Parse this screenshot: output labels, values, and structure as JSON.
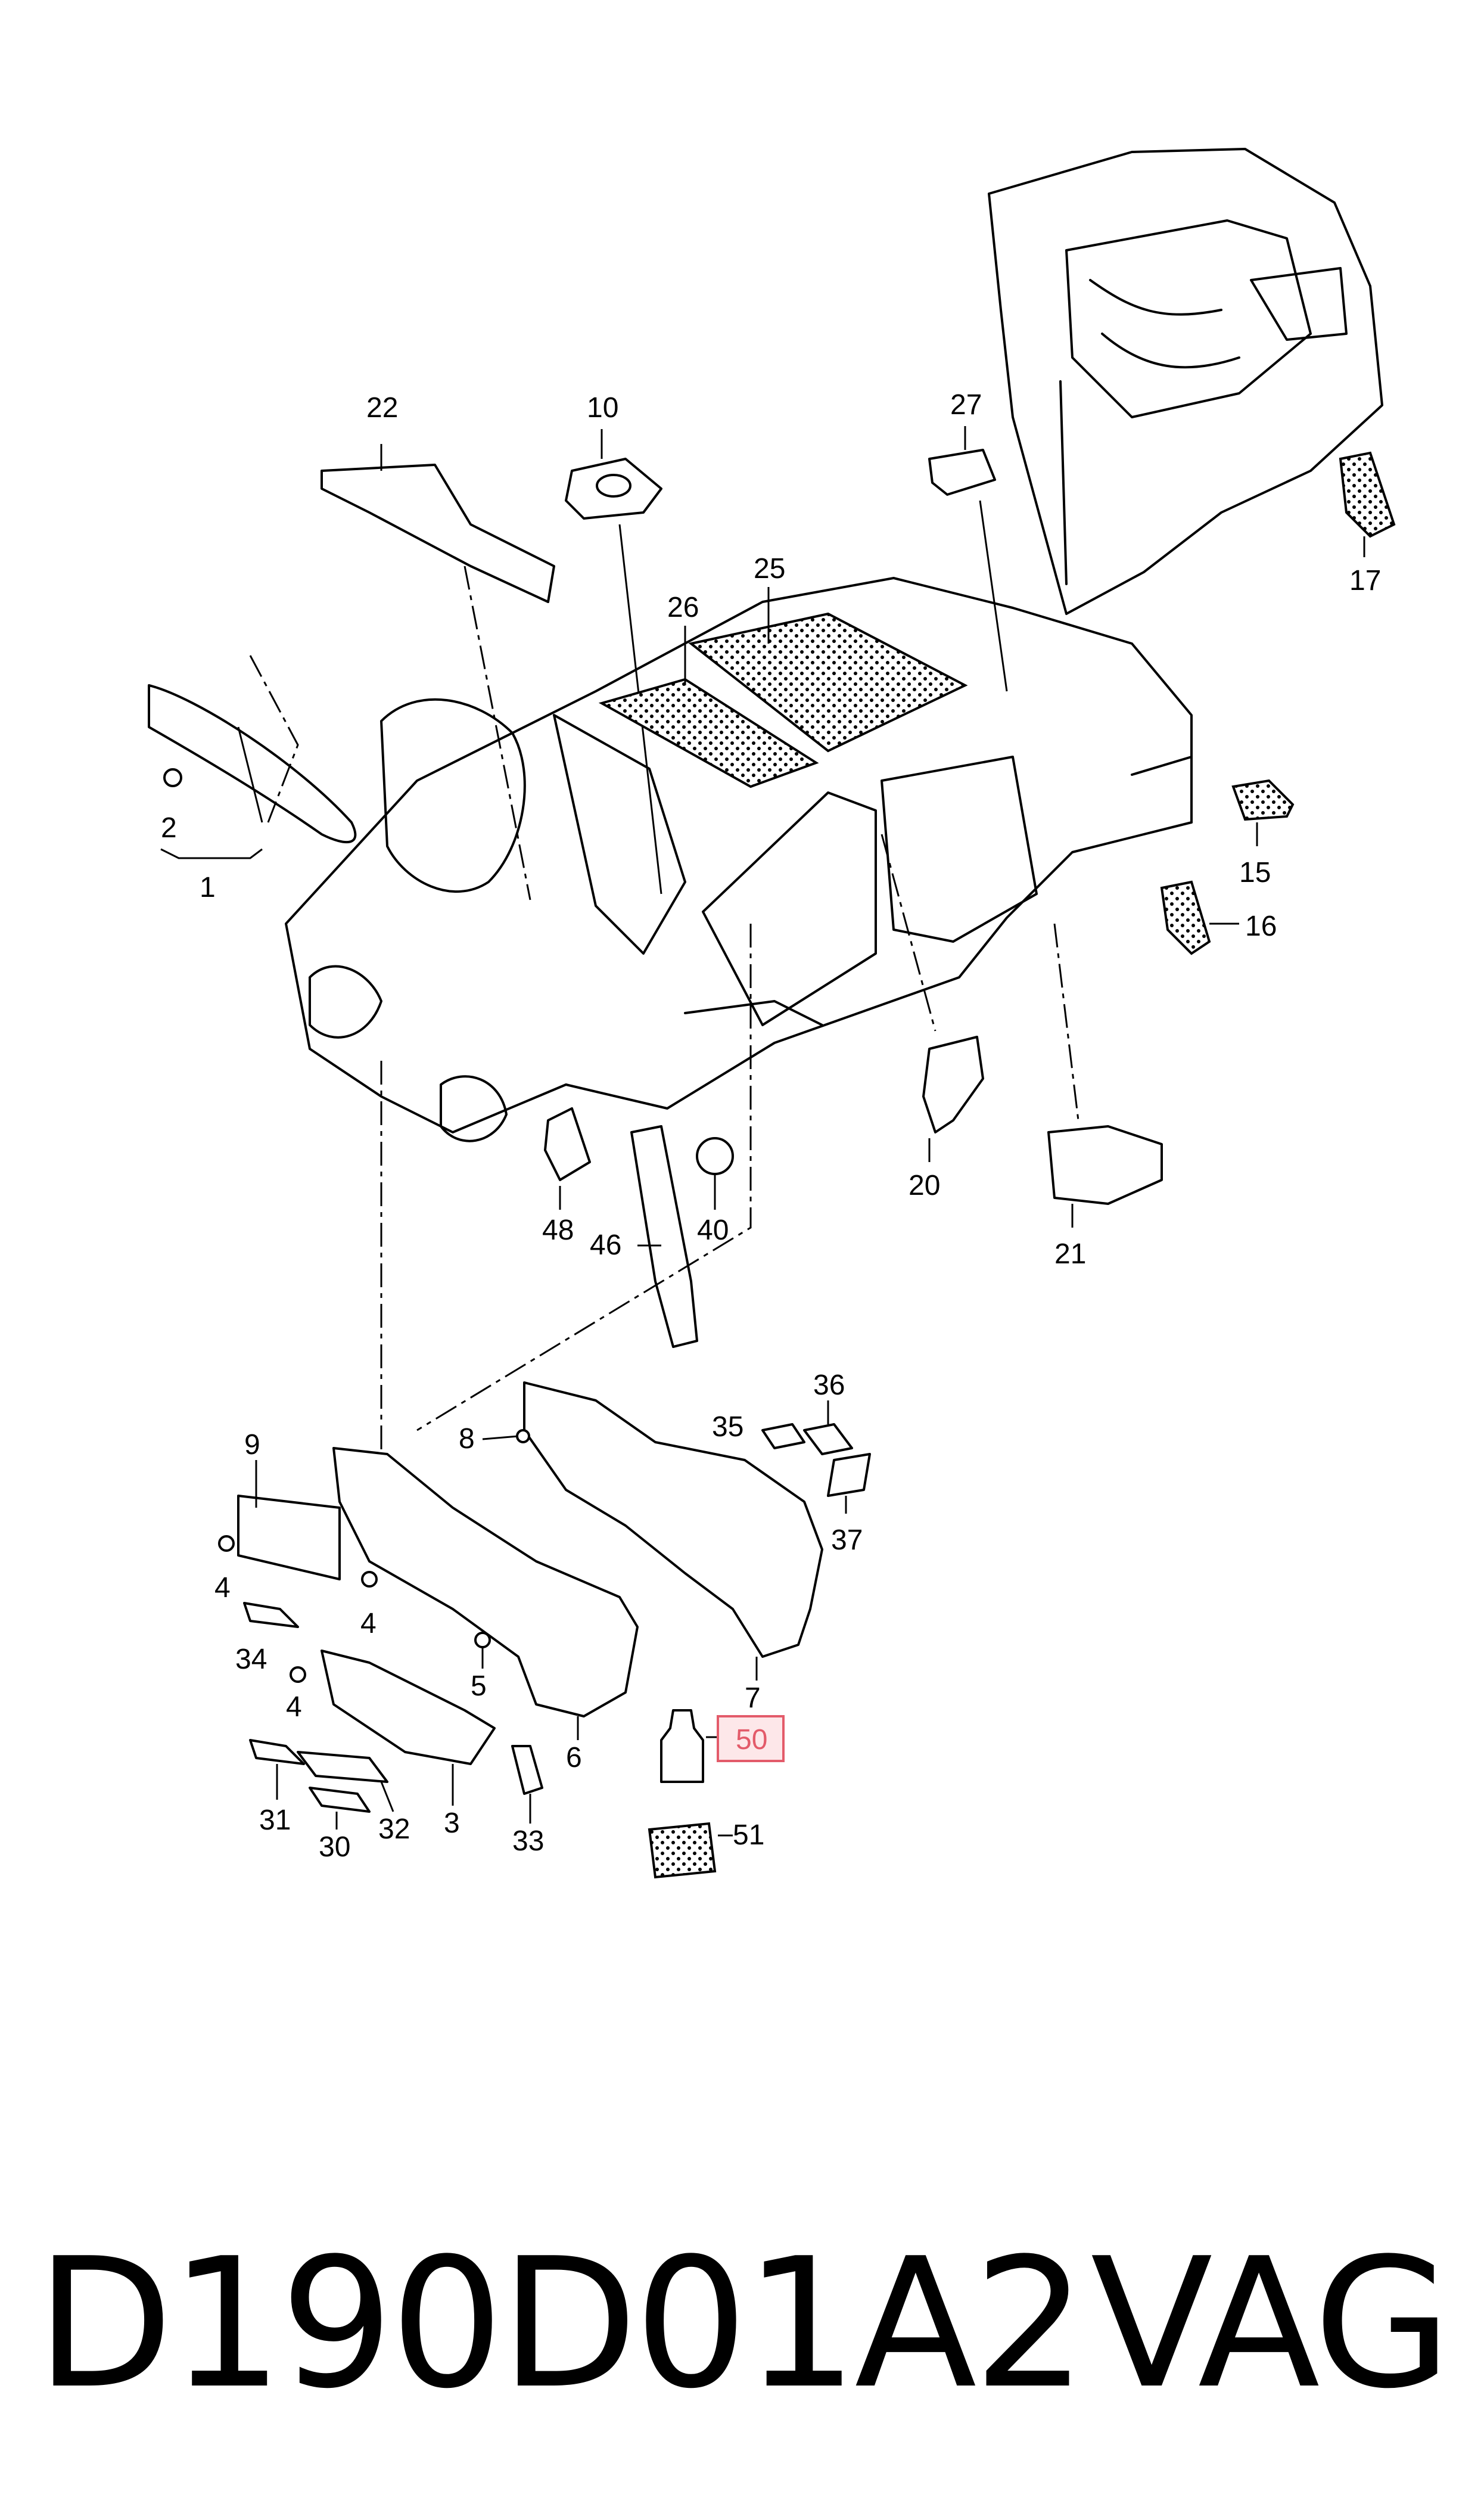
{
  "diagram": {
    "callouts": {
      "c1": "1",
      "c2": "2",
      "c3": "3",
      "c4a": "4",
      "c4b": "4",
      "c4c": "4",
      "c5": "5",
      "c6": "6",
      "c7": "7",
      "c8": "8",
      "c9": "9",
      "c10": "10",
      "c15": "15",
      "c16": "16",
      "c17": "17",
      "c20": "20",
      "c21": "21",
      "c22": "22",
      "c25": "25",
      "c26": "26",
      "c27": "27",
      "c30": "30",
      "c31": "31",
      "c32": "32",
      "c33": "33",
      "c34": "34",
      "c35": "35",
      "c36": "36",
      "c37": "37",
      "c40": "40",
      "c46": "46",
      "c48": "48",
      "c50": "50",
      "c51": "51"
    },
    "highlighted_callout": "50",
    "highlight_color": "#e35b6a"
  },
  "footer": {
    "part_code": "D190D01A2",
    "brand": "VAG"
  }
}
